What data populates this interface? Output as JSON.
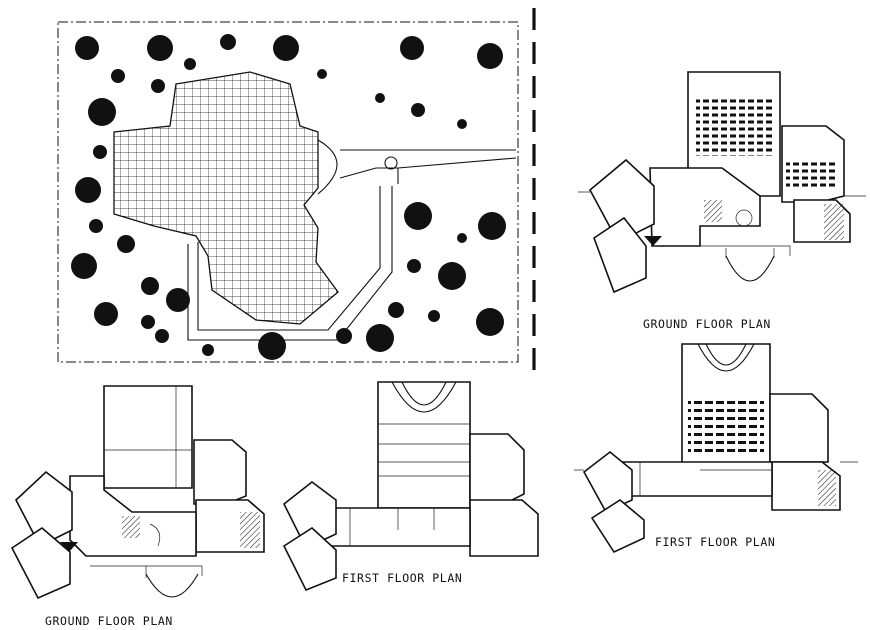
{
  "sheet": {
    "labels": {
      "ground_floor_plan_1": "GROUND FLOOR PLAN",
      "first_floor_plan_1": "FIRST FLOOR PLAN",
      "first_floor_plan_2": "FIRST FLOOR PLAN",
      "ground_floor_plan_2": "GROUND FLOOR PLAN"
    }
  }
}
